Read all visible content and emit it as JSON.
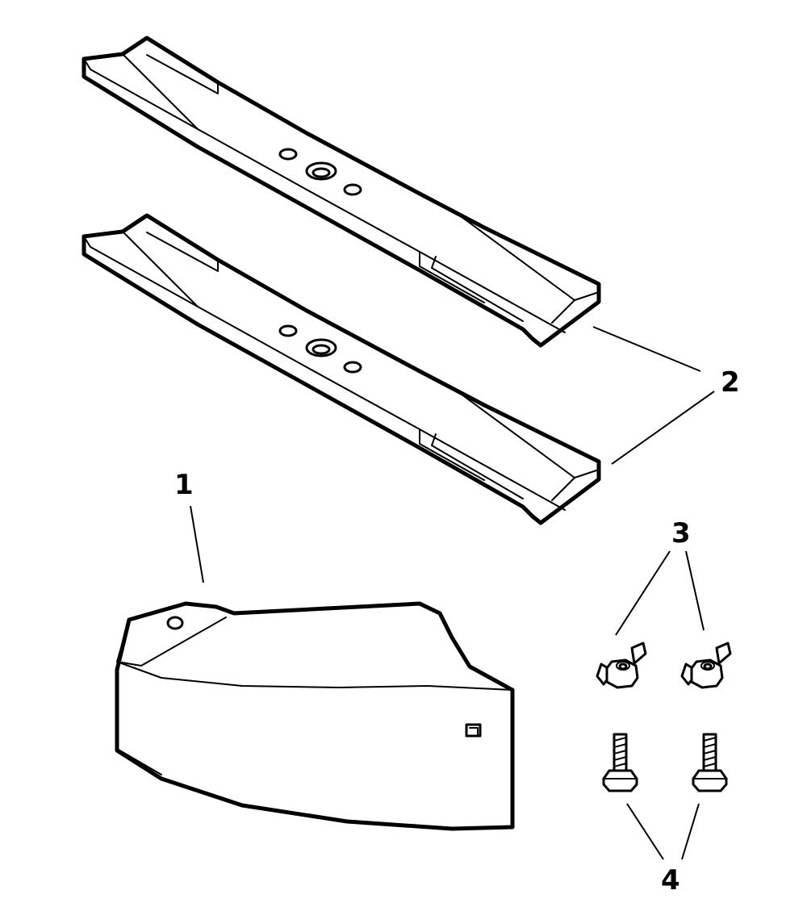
{
  "callouts": {
    "part_1": "1",
    "part_2": "2",
    "part_3": "3",
    "part_4": "4"
  },
  "colors": {
    "line": "#000000",
    "background": "#ffffff"
  },
  "icons": {
    "blade": "mower-blade-icon",
    "deflector": "chute-deflector-icon",
    "wing_nut": "wing-nut-icon",
    "bolt": "carriage-bolt-icon"
  }
}
